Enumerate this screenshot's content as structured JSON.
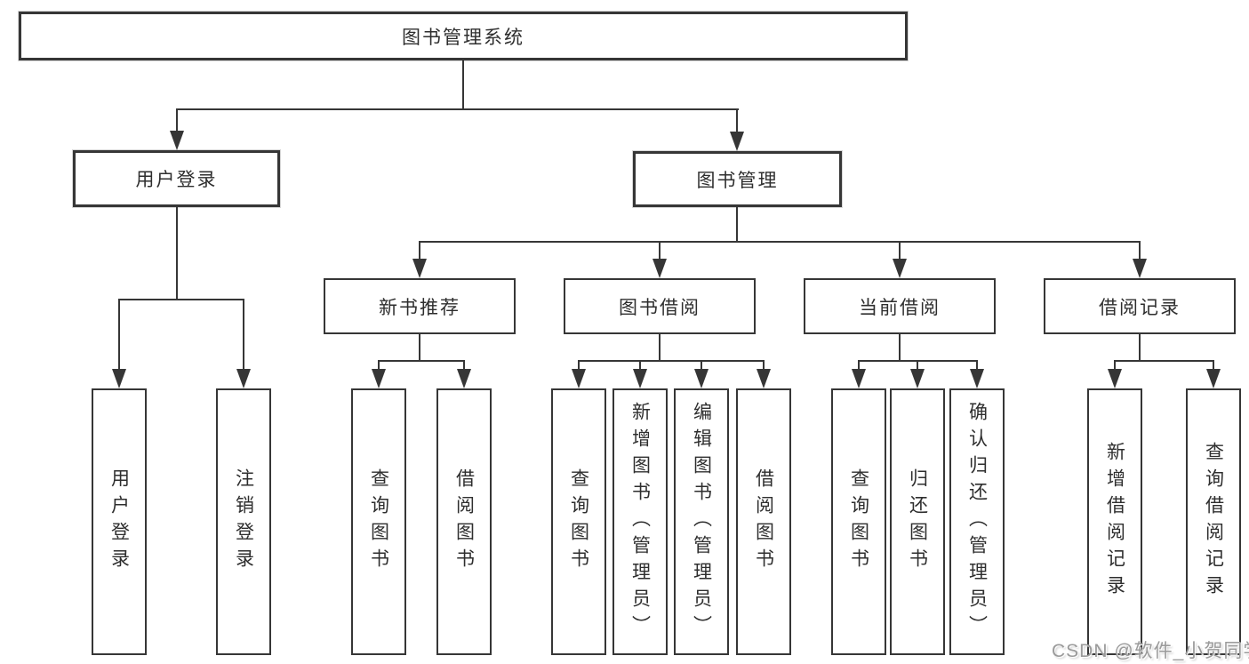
{
  "diagram": {
    "root_label": "图书管理系统",
    "branches": [
      {
        "label": "用户登录",
        "children": [
          {
            "label": "用户登录"
          },
          {
            "label": "注销登录"
          }
        ]
      },
      {
        "label": "图书管理",
        "children": [
          {
            "label": "新书推荐",
            "children": [
              {
                "label": "查询图书"
              },
              {
                "label": "借阅图书"
              }
            ]
          },
          {
            "label": "图书借阅",
            "children": [
              {
                "label": "查询图书"
              },
              {
                "label": "新增图书（管理员）"
              },
              {
                "label": "编辑图书（管理员）"
              },
              {
                "label": "借阅图书"
              }
            ]
          },
          {
            "label": "当前借阅",
            "children": [
              {
                "label": "查询图书"
              },
              {
                "label": "归还图书"
              },
              {
                "label": "确认归还（管理员）"
              }
            ]
          },
          {
            "label": "借阅记录",
            "children": [
              {
                "label": "新增借阅记录"
              },
              {
                "label": "查询借阅记录"
              }
            ]
          }
        ]
      }
    ],
    "line_color": "#363636",
    "text_color": "#2e2e2e",
    "background_color": "#ffffff"
  },
  "watermark": {
    "text": "CSDN @软件_小贺同学"
  }
}
